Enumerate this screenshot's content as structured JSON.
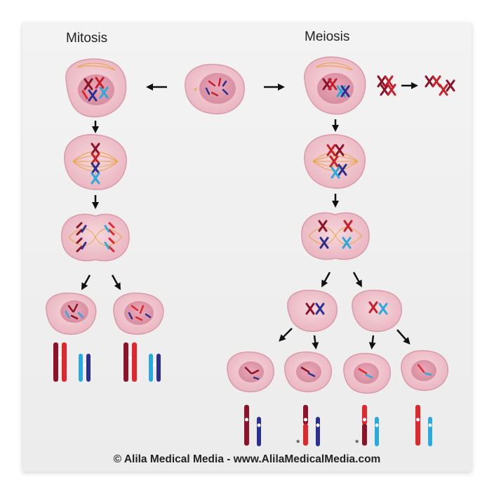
{
  "titles": {
    "mitosis": "Mitosis",
    "meiosis": "Meiosis"
  },
  "credit": {
    "copyright_symbol": "©",
    "company": "Alila Medical Media",
    "separator": "-",
    "website": "www.AlilaMedicalMedia.com"
  },
  "markers": {
    "asterisk": "*"
  },
  "colors": {
    "background": "#eeeeee",
    "cell_outer": "#efc7cf",
    "cell_border": "#d89aa8",
    "nucleus": "#d99aab",
    "chromosome_dark_red": "#8b1228",
    "chromosome_red": "#e0282c",
    "chromosome_navy": "#2b2f8f",
    "chromosome_cyan": "#2aa9dc",
    "spindle": "#e8a23c",
    "arrow": "#111111"
  }
}
